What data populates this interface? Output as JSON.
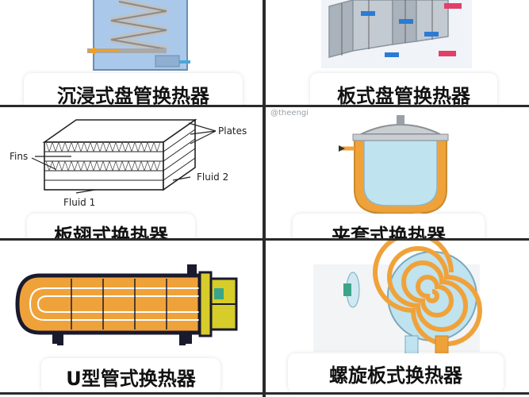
{
  "panels": [
    {
      "title": "沉浸式盘管换热器"
    },
    {
      "title": "板式盘管换热器"
    },
    {
      "title": "板翅式换热器",
      "labels": {
        "plates": "Plates",
        "fins": "Fins",
        "fluid1": "Fluid 1",
        "fluid2": "Fluid 2"
      }
    },
    {
      "title": "夹套式换热器",
      "watermark": "@theengi"
    },
    {
      "title": "U型管式换热器"
    },
    {
      "title": "螺旋板式换热器"
    }
  ],
  "colors": {
    "divider": "#2a2a2a",
    "orange": "#f0a23a",
    "blueFluid": "#bfe3ef",
    "olive": "#d6cc2a"
  }
}
